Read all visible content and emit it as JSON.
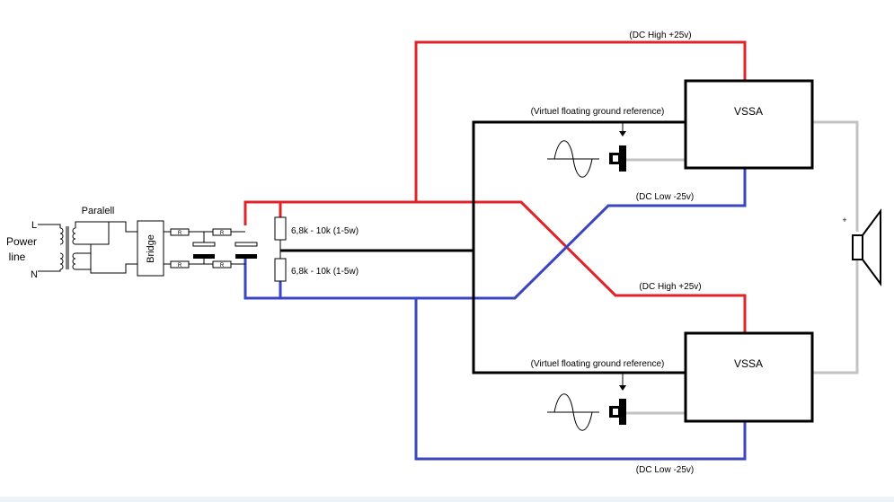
{
  "labels": {
    "dc_high_top": "(DC High +25v)",
    "dc_low_top": "(DC Low -25v)",
    "dc_high_bottom": "(DC High +25v)",
    "dc_low_bottom": "(DC Low -25v)",
    "ground_ref_top": "(Virtuel floating ground reference)",
    "ground_ref_bottom": "(Virtuel floating ground reference)",
    "vssa_top": "VSSA",
    "vssa_bottom": "VSSA",
    "resistor_top": "6,8k - 10k (1-5w)",
    "resistor_bottom": "6,8k - 10k (1-5w)",
    "bridge": "Bridge",
    "parallel": "Paralell",
    "power_line_1": "Power",
    "power_line_2": "line",
    "line_L": "L",
    "line_N": "N",
    "speaker_plus": "+",
    "r_small": "R"
  },
  "colors": {
    "dc_high": "#e0232b",
    "dc_low": "#3a45c2",
    "ground": "#000000",
    "signal": "#c3c3c3"
  }
}
